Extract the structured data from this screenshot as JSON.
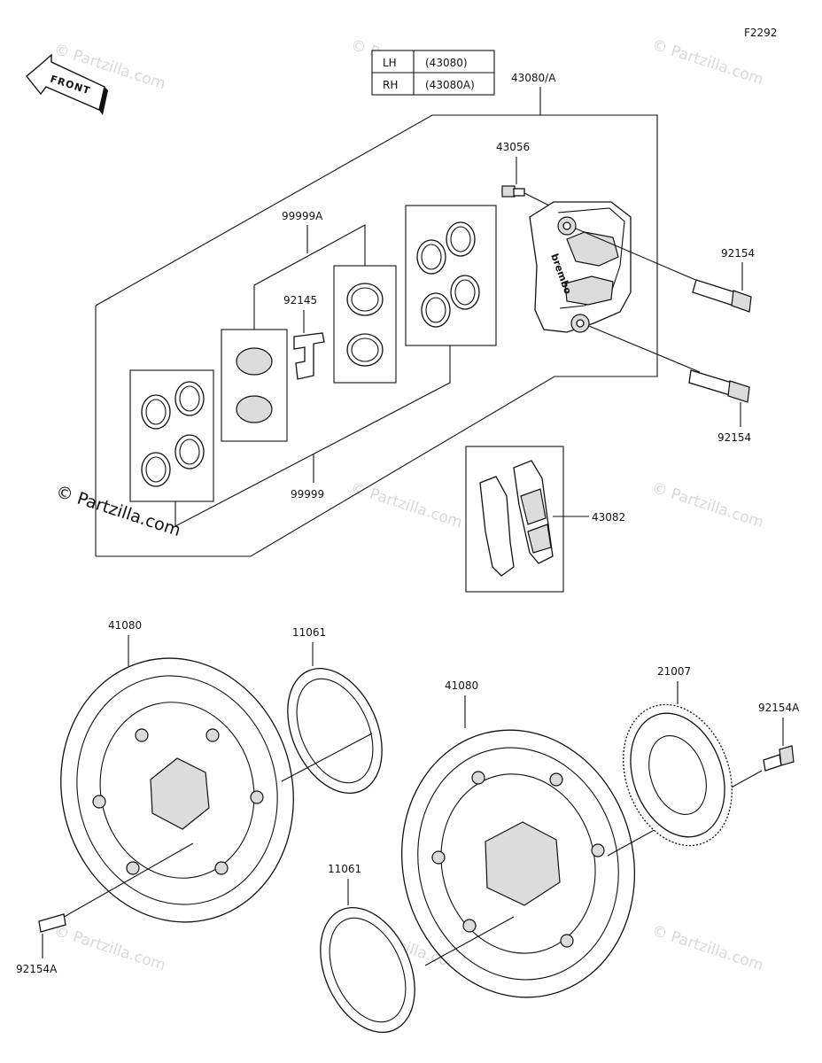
{
  "figure_code": "F2292",
  "front_label": "FRONT",
  "watermark": "© Partzilla.com",
  "copyright": "© Partzilla.com",
  "side_table": {
    "rows": [
      {
        "side": "LH",
        "part": "(43080)"
      },
      {
        "side": "RH",
        "part": "(43080A)"
      }
    ]
  },
  "brand_text": "brembo",
  "labels": {
    "caliper_assy": "43080/A",
    "bleeder": "43056",
    "bolt_upper": "92154",
    "bolt_lower": "92154",
    "piston_kit": "99999A",
    "pad_spring": "92145",
    "seal_kit": "99999",
    "brake_pads": "43082",
    "disc_left": "41080",
    "disc_right": "41080",
    "shim_upper": "11061",
    "shim_lower": "11061",
    "sensor_rotor": "21007",
    "disc_bolt_right": "92154A",
    "disc_bolt_left": "92154A"
  }
}
